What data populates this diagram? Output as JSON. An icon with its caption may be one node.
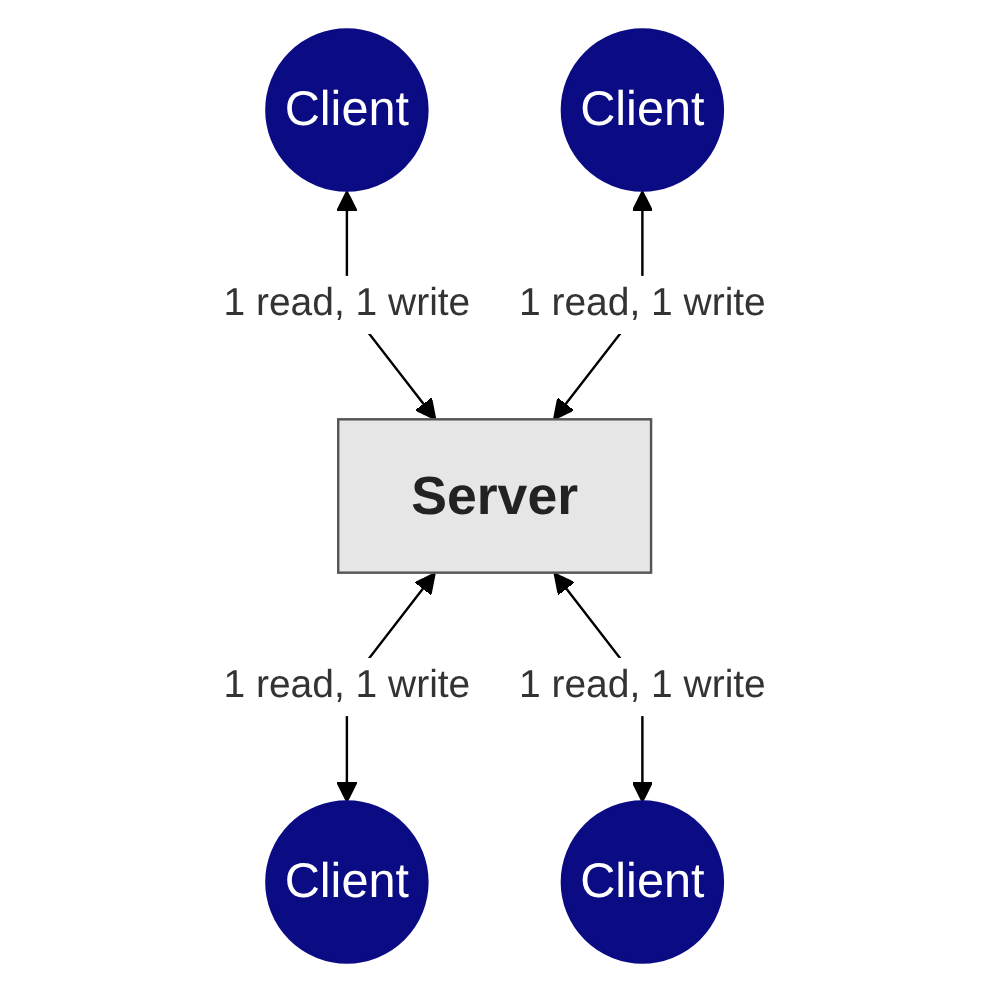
{
  "diagram": {
    "nodes": [
      {
        "text": [
          "Client"
        ]
      },
      {
        "text": [
          "Client"
        ]
      },
      {
        "text": [
          "Server"
        ]
      },
      {
        "text": [
          "Client"
        ]
      },
      {
        "text": [
          "Client"
        ]
      }
    ],
    "edges": [
      {
        "from": 0,
        "to": 2,
        "arrow": "both",
        "label": "1 read, 1 write"
      },
      {
        "from": 1,
        "to": 2,
        "arrow": "both",
        "label": "1 read, 1 write"
      },
      {
        "from": 2,
        "to": 3,
        "arrow": "both",
        "label": "1 read, 1 write"
      },
      {
        "from": 2,
        "to": 4,
        "arrow": "both",
        "label": "1 read, 1 write"
      }
    ]
  }
}
